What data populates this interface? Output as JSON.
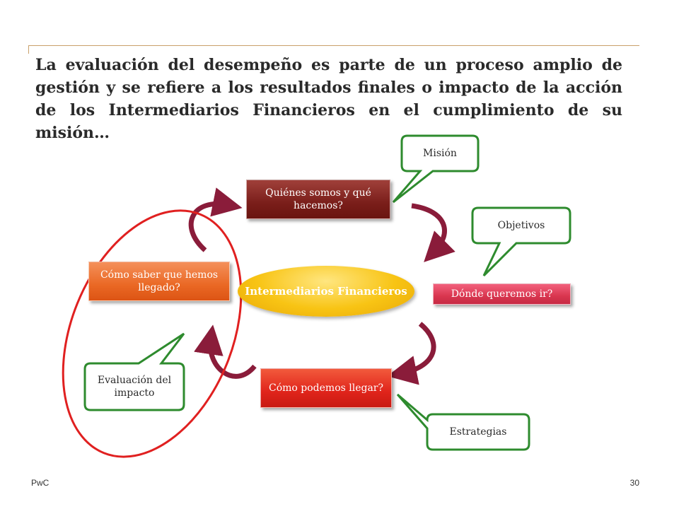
{
  "title": "La evaluación del desempeño es parte de un proceso amplio de gestión y se refiere a los resultados finales o impacto de la acción de los Intermediarios Financieros en el cumplimiento de su misión…",
  "cycle": {
    "center": "Intermediarios Financieros",
    "steps": {
      "quienes": "Quiénes somos y qué hacemos?",
      "donde": "Dónde queremos ir?",
      "como_podemos": "Cómo podemos llegar?",
      "como_saber": "Cómo saber que hemos llegado?"
    }
  },
  "callouts": {
    "mision": "Misión",
    "objetivos": "Objetivos",
    "estrategias": "Estrategias",
    "evaluacion": "Evaluación del impacto"
  },
  "footer": {
    "brand": "PwC",
    "page_number": "30"
  },
  "colors": {
    "accent_line": "#c9a06a",
    "cycle_arrow": "#8a1c3a",
    "callout_border": "#2e8b2e",
    "highlight_ellipse": "#e02020",
    "center_fill": "#f8c414"
  }
}
